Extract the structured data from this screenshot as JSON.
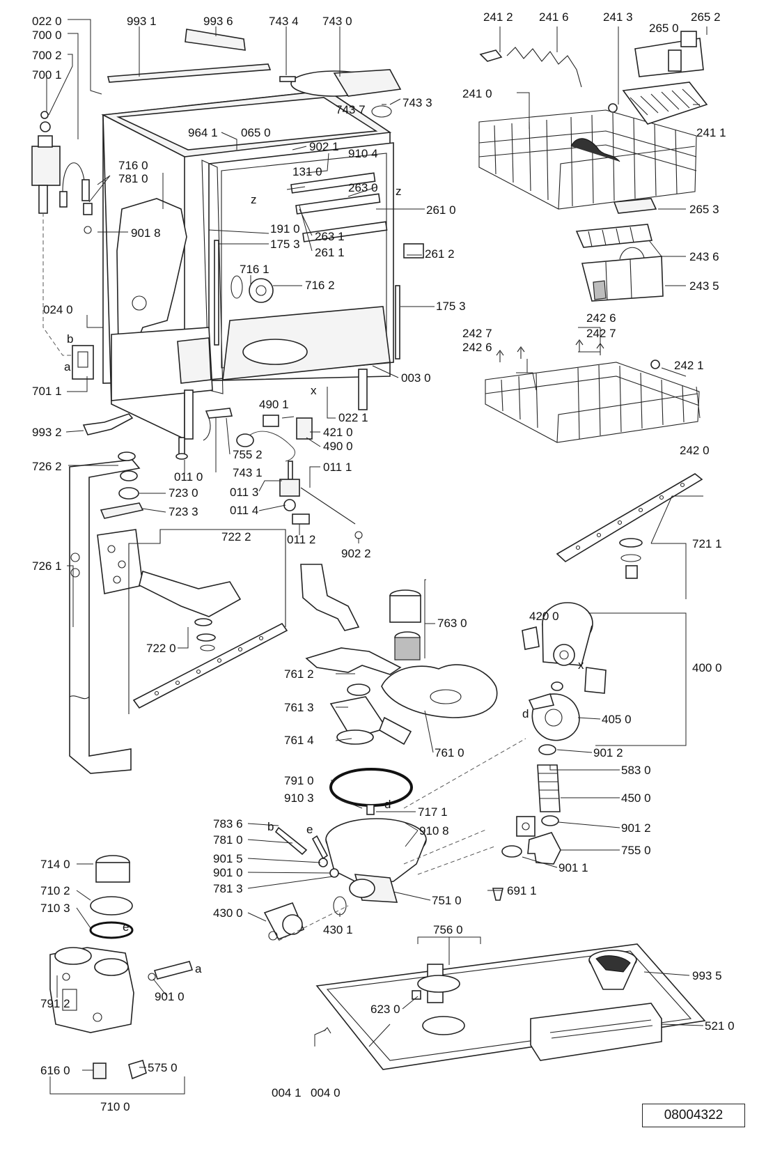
{
  "document_number": "08004322",
  "labels": {
    "l0220": "022 0",
    "l7000": "700 0",
    "l7002": "700 2",
    "l7001": "700 1",
    "l9931": "993 1",
    "l9936": "993 6",
    "l7434": "743 4",
    "l7430": "743 0",
    "l7437": "743 7",
    "l7433": "743 3",
    "l9641": "964 1",
    "l0650": "065 0",
    "l9021": "902 1",
    "l9104": "910 4",
    "l1310": "131 0",
    "l2630": "263 0",
    "l2610": "261 0",
    "l2631": "263 1",
    "l2611": "261 1",
    "l2612": "261 2",
    "l7160": "716 0",
    "l7810a": "781 0",
    "l9018": "901 8",
    "l1910": "191 0",
    "l1753a": "175 3",
    "l7161": "716 1",
    "l7162": "716 2",
    "l1753b": "175 3",
    "l0240": "024 0",
    "l7011": "701 1",
    "l0030": "003 0",
    "l0221": "022 1",
    "l4901": "490 1",
    "l4210": "421 0",
    "l4900": "490 0",
    "l9932": "993 2",
    "l7552": "755 2",
    "l7431": "743 1",
    "l0111": "011 1",
    "l0110": "011 0",
    "l0113": "011 3",
    "l0114": "011 4",
    "l0112": "011 2",
    "l9022": "902 2",
    "l7262": "726 2",
    "l7230": "723 0",
    "l7233": "723 3",
    "l7222": "722 2",
    "l7261": "726 1",
    "l7220": "722 0",
    "l2412": "241 2",
    "l2416": "241 6",
    "l2413": "241 3",
    "l2652": "265 2",
    "l2650": "265 0",
    "l2410": "241 0",
    "l2411": "241 1",
    "l2653": "265 3",
    "l2436": "243 6",
    "l2435": "243 5",
    "l2427a": "242 7",
    "l2426a": "242 6",
    "l2426b": "242 6",
    "l2427b": "242 7",
    "l2421": "242 1",
    "l2420": "242 0",
    "l7211": "721 1",
    "l7630": "763 0",
    "l7612": "761 2",
    "l7613": "761 3",
    "l7614": "761 4",
    "l7610": "761 0",
    "l7910": "791 0",
    "l9103": "910 3",
    "l7171": "717 1",
    "l9108": "910 8",
    "l7836": "783 6",
    "l7810b": "781 0",
    "l9015": "901 5",
    "l9010": "901 0",
    "l7813": "781 3",
    "l4300": "430 0",
    "l4301": "430 1",
    "l7510": "751 0",
    "l4200": "420 0",
    "l4000": "400 0",
    "l4050": "405 0",
    "l9012a": "901 2",
    "l5830": "583 0",
    "l4500": "450 0",
    "l9012b": "901 2",
    "l7550": "755 0",
    "l9011": "901 1",
    "l6911": "691 1",
    "l7140": "714 0",
    "l7102": "710 2",
    "l7103": "710 3",
    "l9010b": "901 0",
    "l7912": "791 2",
    "l5750": "575 0",
    "l6160": "616 0",
    "l7100": "710 0",
    "l7560": "756 0",
    "l6230": "623 0",
    "l0041": "004 1",
    "l0040": "004 0",
    "l9935": "993 5",
    "l5210": "521 0"
  },
  "markers": {
    "a1": "a",
    "b1": "b",
    "z1": "z",
    "z2": "z",
    "x1": "x",
    "d1": "d",
    "d2": "d",
    "x2": "x",
    "b2": "b",
    "e1": "e",
    "e2": "e",
    "a2": "a"
  }
}
